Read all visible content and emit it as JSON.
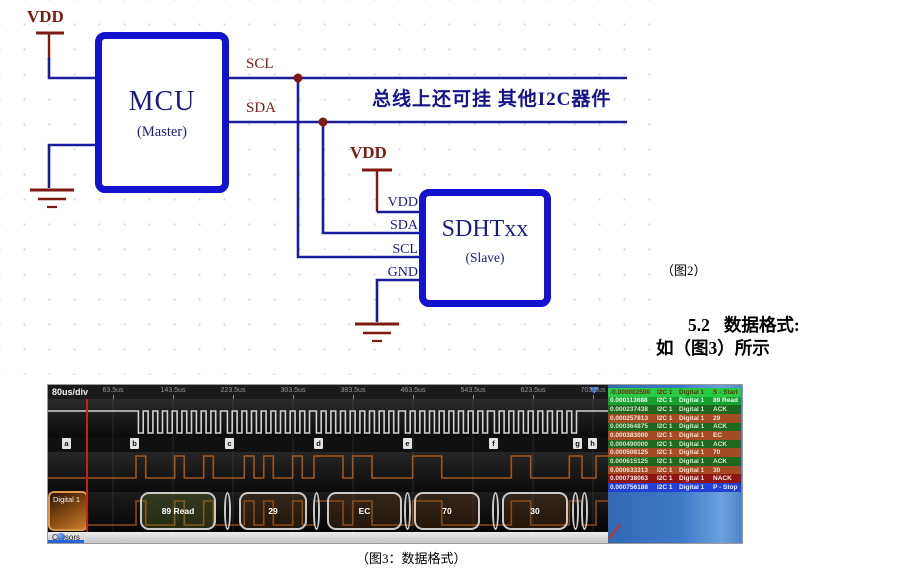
{
  "figure2": {
    "mcu": {
      "title": "MCU",
      "subtitle": "(Master)",
      "vdd_label": "VDD"
    },
    "bus": {
      "scl_label": "SCL",
      "sda_label": "SDA",
      "note": "总线上还可挂 其他I2C器件"
    },
    "slave": {
      "title": "SDHTxx",
      "subtitle": "(Slave)",
      "vdd_label": "VDD",
      "pins": [
        "VDD",
        "SDA",
        "SCL",
        "GND"
      ]
    },
    "caption": "（图2）"
  },
  "section": {
    "number": "5.2",
    "title": "数据格式:",
    "subtitle": "如（图3）所示"
  },
  "figure3": {
    "caption": "（图3：数据格式）"
  },
  "analyzer": {
    "timebase_label": "80us/div",
    "time_ticks": [
      "63.5us",
      "143.5us",
      "223.5us",
      "303.5us",
      "383.5us",
      "463.5us",
      "543.5us",
      "623.5us",
      "703.5us"
    ],
    "markers": [
      "a",
      "b",
      "c",
      "d",
      "e",
      "f",
      "g",
      "h"
    ],
    "channel_label": "Digital 1",
    "bubbles": [
      "89 Read",
      "29",
      "EC",
      "70",
      "30"
    ],
    "cursors_label": "Cursors",
    "i2c_bytes": [
      {
        "bits": "10001001",
        "label": "89 Read"
      },
      {
        "bits": "00101001",
        "label": "29"
      },
      {
        "bits": "11101100",
        "label": "EC"
      },
      {
        "bits": "01110000",
        "label": "70"
      },
      {
        "bits": "00110000",
        "label": "30",
        "nack": true
      }
    ],
    "decode_rows": [
      {
        "t": "-0.000002500",
        "bus": "I2C 1",
        "ch": "Digital 1",
        "val": "S - Start",
        "type": "start"
      },
      {
        "t": "0.000113688",
        "bus": "I2C 1",
        "ch": "Digital 1",
        "val": "89 Read",
        "type": "read"
      },
      {
        "t": "0.000237438",
        "bus": "I2C 1",
        "ch": "Digital 1",
        "val": "ACK",
        "type": "ack"
      },
      {
        "t": "0.000257813",
        "bus": "I2C 1",
        "ch": "Digital 1",
        "val": "29",
        "type": "data"
      },
      {
        "t": "0.000364875",
        "bus": "I2C 1",
        "ch": "Digital 1",
        "val": "ACK",
        "type": "ack"
      },
      {
        "t": "0.000383000",
        "bus": "I2C 1",
        "ch": "Digital 1",
        "val": "EC",
        "type": "data"
      },
      {
        "t": "0.000490000",
        "bus": "I2C 1",
        "ch": "Digital 1",
        "val": "ACK",
        "type": "ack"
      },
      {
        "t": "0.000508125",
        "bus": "I2C 1",
        "ch": "Digital 1",
        "val": "70",
        "type": "data"
      },
      {
        "t": "0.000615125",
        "bus": "I2C 1",
        "ch": "Digital 1",
        "val": "ACK",
        "type": "ack"
      },
      {
        "t": "0.000633313",
        "bus": "I2C 1",
        "ch": "Digital 1",
        "val": "30",
        "type": "data"
      },
      {
        "t": "0.000738063",
        "bus": "I2C 1",
        "ch": "Digital 1",
        "val": "NACK",
        "type": "nack"
      },
      {
        "t": "0.000756188",
        "bus": "I2C 1",
        "ch": "Digital 1",
        "val": "P - Stop",
        "type": "stop"
      }
    ]
  },
  "colors": {
    "chip_border_blue": "#1212cf",
    "wire_navy": "#1b1b9e",
    "schematic_dark_red": "#7e1a12",
    "scl_trace": "#d2d2d2",
    "sda_trace": "#a2561e",
    "cursor_red": "#c42020",
    "row_start_green": "#25cc44",
    "row_ack_green": "#20671f",
    "row_data_brown": "#a54b24",
    "row_nack_red": "#901414",
    "row_stop_blue": "#2040d8"
  }
}
